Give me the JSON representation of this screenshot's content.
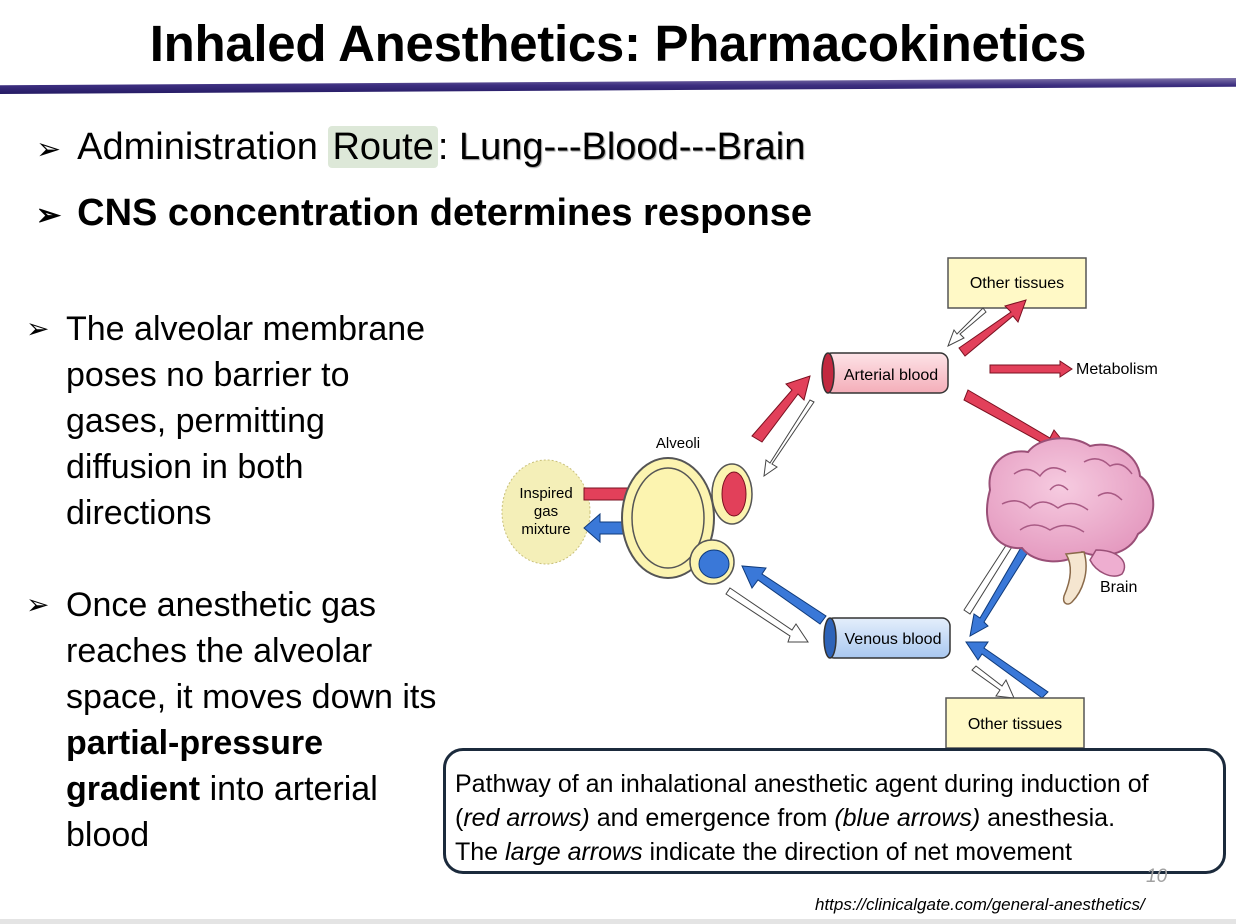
{
  "slide": {
    "title": "Inhaled Anesthetics: Pharmacokinetics",
    "bullet1": {
      "prefix": "Administration ",
      "highlight": "Route",
      "colon": ": ",
      "path": "Lung---Blood---Brain"
    },
    "bullet2": "CNS concentration determines response",
    "side_points": {
      "p1": "The alveolar membrane poses no barrier to gases, permitting diffusion in both directions",
      "p2_before": "Once anesthetic gas reaches the alveolar space, it moves down its ",
      "p2_bold": "partial-pressure gradient",
      "p2_after": " into arterial blood"
    },
    "caption": {
      "l1": "Pathway of an inhalational anesthetic agent during induction of",
      "l2_open": "(",
      "l2_em1": "red arrows)",
      "l2_mid": " and emergence from ",
      "l2_em2": "(blue arrows)",
      "l2_end": " anesthesia.",
      "l3_start": "The ",
      "l3_em": "large arrows",
      "l3_end": " indicate the direction of net movement"
    },
    "page_number": "10",
    "source_url": "https://clinicalgate.com/general-anesthetics/"
  },
  "diagram": {
    "other_tissues_top": "Other tissues",
    "arterial_blood": "Arterial blood",
    "metabolism": "Metabolism",
    "alveoli": "Alveoli",
    "inspired_1": "Inspired",
    "inspired_2": "gas",
    "inspired_3": "mixture",
    "brain": "Brain",
    "venous_blood": "Venous blood",
    "other_tissues_bottom": "Other tissues",
    "colors": {
      "red": "#e2405a",
      "blue": "#3a78d8",
      "tissue_box": "#fff9c6",
      "arterial_tube": "#f7c4cb",
      "venous_tube": "#c6dcf7",
      "brain": "#eeaed0",
      "alveoli": "#fcf4b0"
    }
  }
}
